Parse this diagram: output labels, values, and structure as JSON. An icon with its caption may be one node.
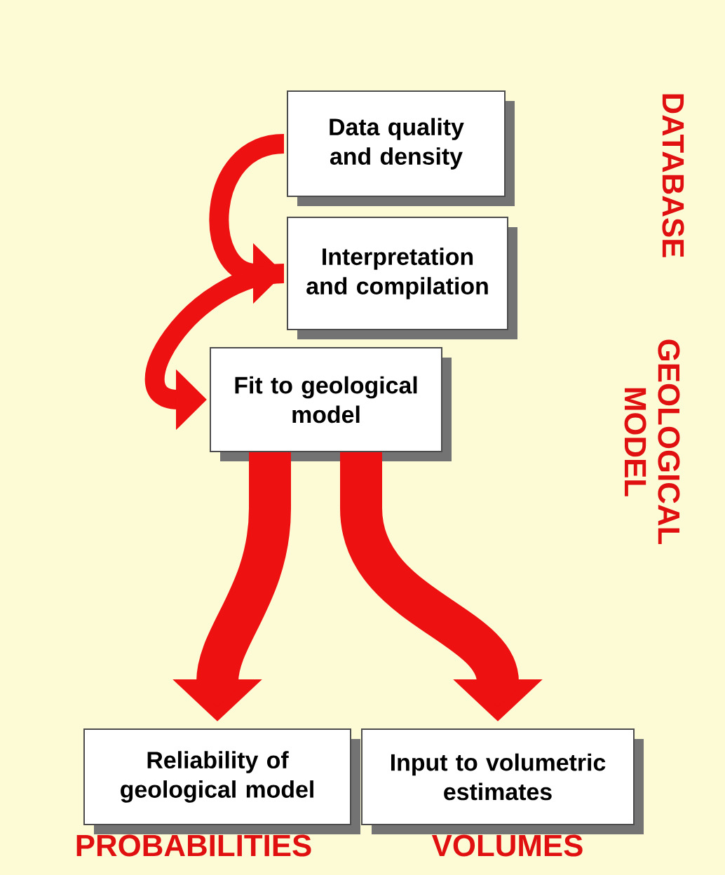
{
  "diagram": {
    "nodes": [
      {
        "text": [
          "Data quality and density"
        ]
      },
      {
        "text": [
          "Interpretation and compilation"
        ]
      },
      {
        "text": [
          "Fit to geological model"
        ]
      },
      {
        "text": [
          "Reliability of geological model"
        ]
      },
      {
        "text": [
          "Input to volumetric estimates"
        ]
      }
    ],
    "edges": [
      {
        "from": 0,
        "to": 1,
        "arrow": "to"
      },
      {
        "from": 1,
        "to": 2,
        "arrow": "to"
      },
      {
        "from": 2,
        "to": 3,
        "arrow": "to",
        "style": "thick"
      },
      {
        "from": 2,
        "to": 4,
        "arrow": "to",
        "style": "thick"
      }
    ],
    "labels": [
      "DATABASE",
      "GEOLOGICAL MODEL",
      "PROBABILITIES",
      "VOLUMES"
    ]
  }
}
